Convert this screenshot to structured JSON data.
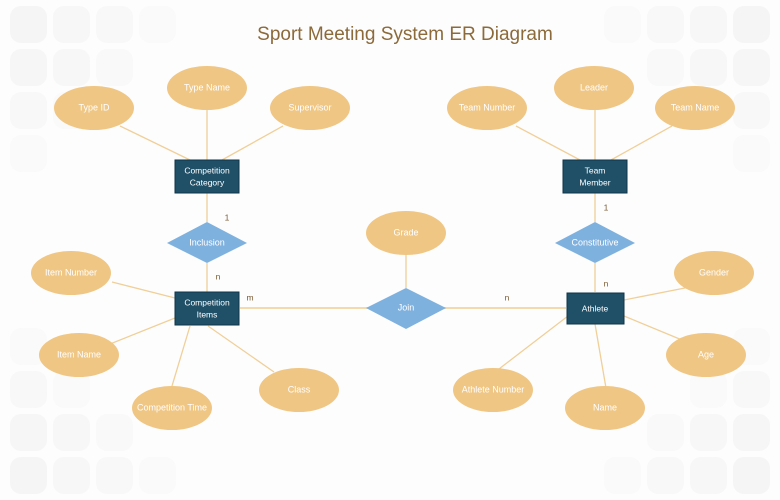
{
  "title": "Sport Meeting System ER Diagram",
  "colors": {
    "attribute": "#efc684",
    "entity": "#1f5068",
    "relationship": "#7fb1df",
    "connector": "#f0cf98",
    "title": "#8c6a3a"
  },
  "entities": [
    {
      "id": "competition-category",
      "label_lines": [
        "Competition",
        "Category"
      ]
    },
    {
      "id": "competition-items",
      "label_lines": [
        "Competition",
        "Items"
      ]
    },
    {
      "id": "team-member",
      "label_lines": [
        "Team",
        "Member"
      ]
    },
    {
      "id": "athlete",
      "label_lines": [
        "Athlete"
      ]
    }
  ],
  "relationships": [
    {
      "id": "inclusion",
      "label": "Inclusion"
    },
    {
      "id": "join",
      "label": "Join"
    },
    {
      "id": "constitutive",
      "label": "Constitutive"
    }
  ],
  "attributes": [
    {
      "id": "type-id",
      "label": "Type ID",
      "of": "competition-category"
    },
    {
      "id": "type-name",
      "label": "Type Name",
      "of": "competition-category"
    },
    {
      "id": "supervisor",
      "label": "Supervisor",
      "of": "competition-category"
    },
    {
      "id": "item-number",
      "label": "Item Number",
      "of": "competition-items"
    },
    {
      "id": "item-name",
      "label": "Item Name",
      "of": "competition-items"
    },
    {
      "id": "competition-time",
      "label": "Competition Time",
      "of": "competition-items"
    },
    {
      "id": "class",
      "label": "Class",
      "of": "competition-items"
    },
    {
      "id": "grade",
      "label": "Grade",
      "of": "join"
    },
    {
      "id": "team-number",
      "label": "Team Number",
      "of": "team-member"
    },
    {
      "id": "leader",
      "label": "Leader",
      "of": "team-member"
    },
    {
      "id": "team-name",
      "label": "Team Name",
      "of": "team-member"
    },
    {
      "id": "gender",
      "label": "Gender",
      "of": "athlete"
    },
    {
      "id": "age",
      "label": "Age",
      "of": "athlete"
    },
    {
      "id": "name",
      "label": "Name",
      "of": "athlete"
    },
    {
      "id": "athlete-number",
      "label": "Athlete Number",
      "of": "athlete"
    }
  ],
  "cardinalities": [
    {
      "id": "category-inclusion",
      "label": "1"
    },
    {
      "id": "inclusion-items",
      "label": "n"
    },
    {
      "id": "items-join",
      "label": "m"
    },
    {
      "id": "join-athlete",
      "label": "n"
    },
    {
      "id": "team-constitutive",
      "label": "1"
    },
    {
      "id": "constitutive-athlete",
      "label": "n"
    }
  ]
}
